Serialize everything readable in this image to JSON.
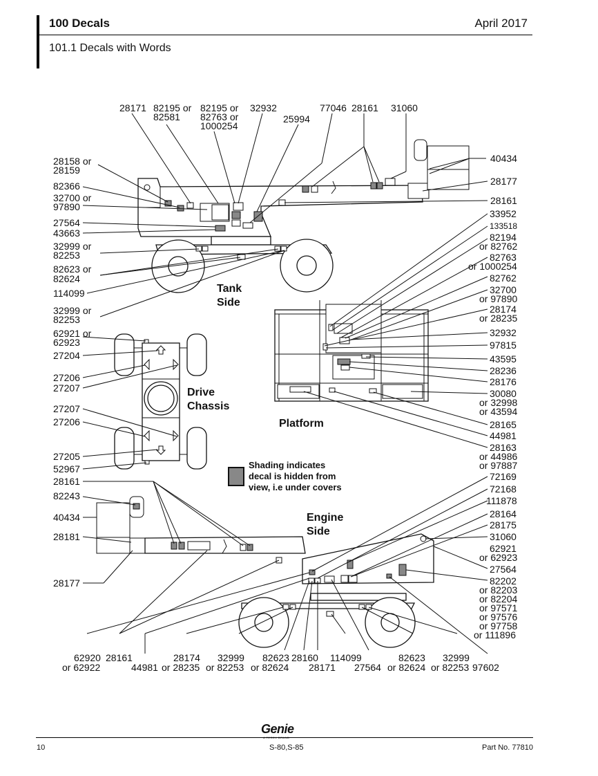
{
  "header": {
    "section": "100 Decals",
    "date": "April 2017",
    "subsection": "101.1 Decals with Words"
  },
  "footer": {
    "page": "10",
    "model": "S-80,S-85",
    "part": "Part No. 77810",
    "brand": "Genie",
    "brand_sub": "A TEREX BRAND"
  },
  "views": {
    "tank_side": [
      "Tank",
      "Side"
    ],
    "drive_chassis": [
      "Drive",
      "Chassis"
    ],
    "platform": "Platform",
    "engine_side": [
      "Engine",
      "Side"
    ]
  },
  "note": [
    "Shading indicates",
    "decal is hidden from",
    "view, i.e under covers"
  ],
  "tank_top_labels": [
    "28171",
    "82195 or",
    "82581",
    "82195 or",
    "82763 or",
    "1000254",
    "32932",
    "25994",
    "77046",
    "28161",
    "31060"
  ],
  "tank_left_labels": [
    "28158 or",
    "28159",
    "82366",
    "32700 or",
    "97890",
    "27564",
    "43663",
    "32999 or",
    "82253",
    "82623 or",
    "82624",
    "114099",
    "32999 or",
    "82253"
  ],
  "tank_right_labels": [
    "40434",
    "28177",
    "28161"
  ],
  "platform_right_labels": [
    "33952",
    "133518",
    "82194",
    "or 82762",
    "82763",
    "or 1000254",
    "82762",
    "32700",
    "or 97890",
    "28174",
    "or 28235",
    "32932",
    "97815",
    "43595",
    "28236",
    "28176",
    "30080",
    "or 32998",
    "or 43594",
    "28165",
    "44981",
    "28163",
    "or 44986",
    "or 97887"
  ],
  "chassis_labels": [
    "62921 or",
    "62923",
    "27204",
    "27206",
    "27207",
    "27207",
    "27206",
    "27205",
    "52967"
  ],
  "engine_left_labels": [
    "28161",
    "82243",
    "40434",
    "28181",
    "28177"
  ],
  "engine_right_labels": [
    "72169",
    "72168",
    "111878",
    "28164",
    "28175",
    "31060",
    "62921",
    "or 62923",
    "27564",
    "82202",
    "or 82203",
    "or 82204",
    "or 97571",
    "or 97576",
    "or 97758",
    "or 111896"
  ],
  "engine_bottom_labels": [
    "62920",
    "or 62922",
    "28161",
    "44981",
    "28174",
    "or 28235",
    "32999",
    "or 82253",
    "82623",
    "or 82624",
    "28160",
    "28171",
    "114099",
    "27564",
    "82623",
    "or 82624",
    "32999",
    "or 82253",
    "97602"
  ]
}
